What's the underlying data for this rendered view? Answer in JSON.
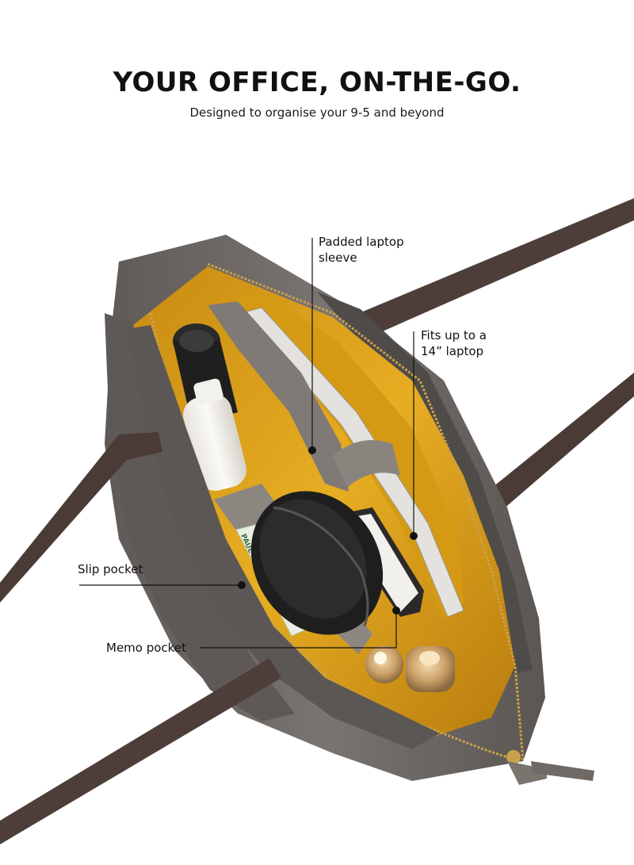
{
  "header": {
    "title": "YOUR OFFICE, ON-THE-GO.",
    "subtitle": "Designed to organise your 9-5 and beyond"
  },
  "callouts": {
    "laptop_sleeve": {
      "line1": "Padded laptop",
      "line2": "sleeve"
    },
    "fits_laptop": {
      "line1": "Fits up to a",
      "line2": "14” laptop"
    },
    "slip_pocket": "Slip pocket",
    "memo_pocket": "Memo pocket"
  },
  "product": {
    "notebook_label": "PAUL+WIKE"
  },
  "colors": {
    "bag_leather": "#6b6663",
    "strap": "#4a3b37",
    "lining": "#e0a51c",
    "zipper_gold": "#c9a24b",
    "text": "#111111",
    "background": "#ffffff"
  }
}
